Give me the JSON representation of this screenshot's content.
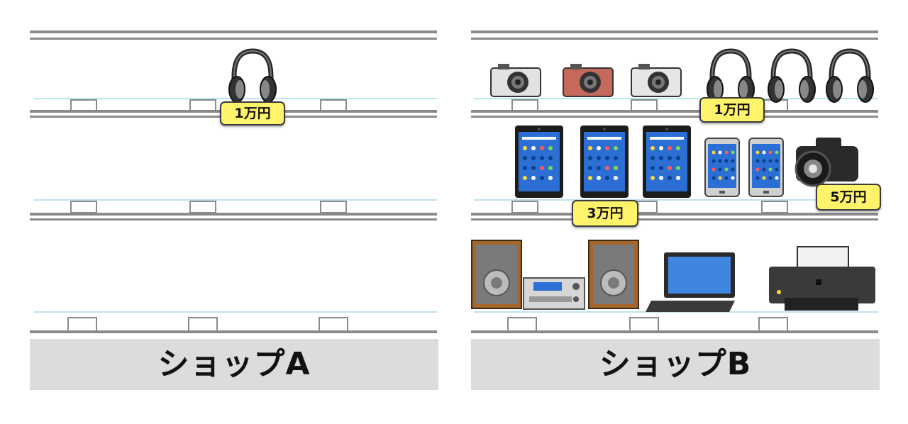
{
  "shops": [
    {
      "label": "ショップA"
    },
    {
      "label": "ショップB"
    }
  ],
  "prices": {
    "shop_a_headphones": "1万円",
    "shop_b_headphones": "1万円",
    "shop_b_tablets": "3万円",
    "shop_b_dslr": "5万円"
  },
  "colors": {
    "shelf_rail": "#8a8a8a",
    "shelf_line": "#b9e3ee",
    "label_panel": "#dcdcdc",
    "price_tag": "#fff36b"
  }
}
